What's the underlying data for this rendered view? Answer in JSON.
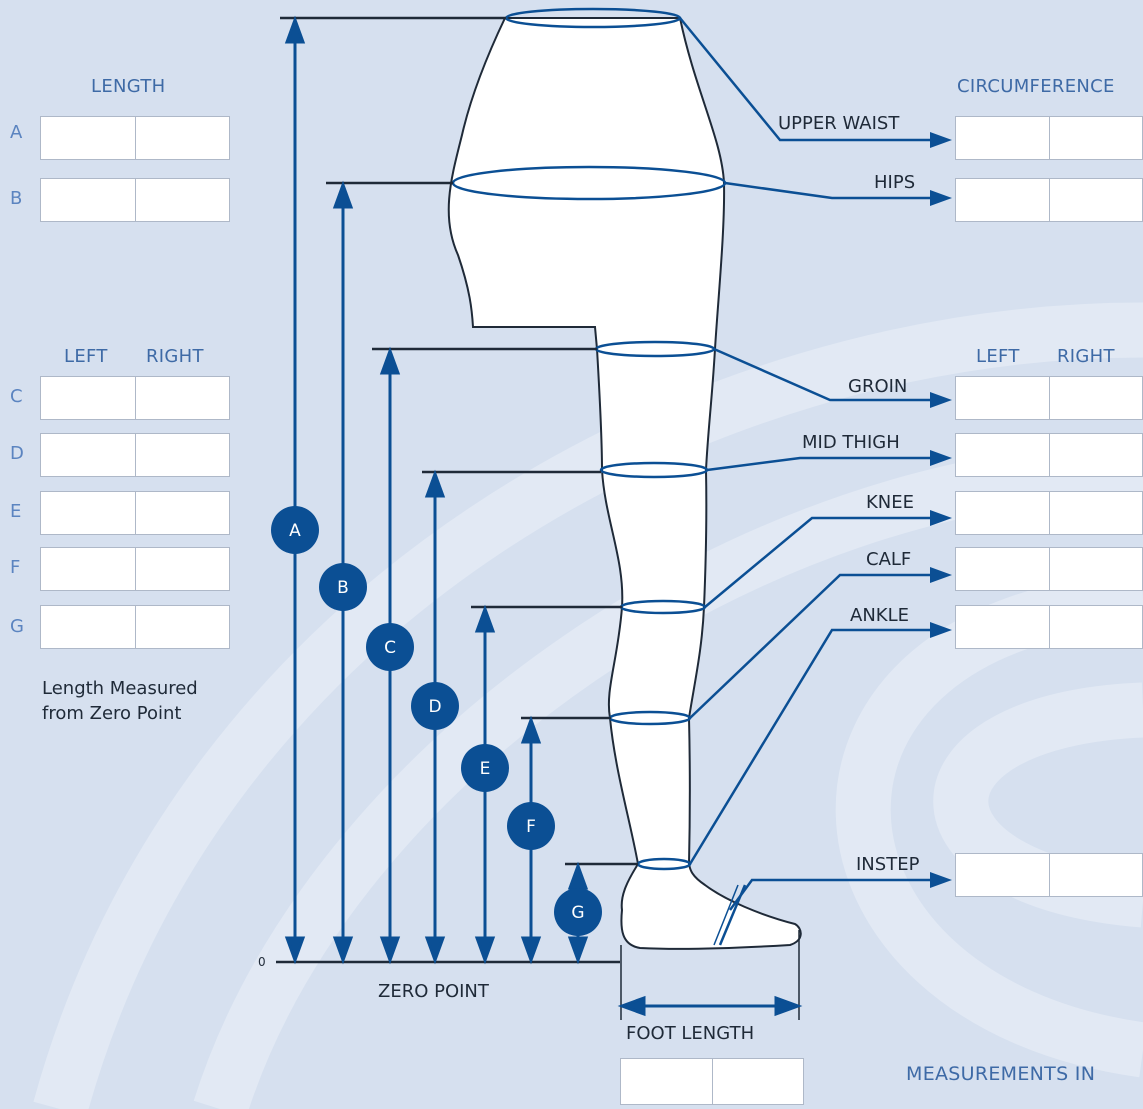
{
  "left_panel": {
    "length_header": "LENGTH",
    "rows_ab": [
      "A",
      "B"
    ],
    "left_header": "LEFT",
    "right_header": "RIGHT",
    "rows_cg": [
      "C",
      "D",
      "E",
      "F",
      "G"
    ],
    "note_line1": "Length Measured",
    "note_line2": "from Zero Point"
  },
  "right_panel": {
    "circumference_header": "CIRCUMFERENCE",
    "left_header": "LEFT",
    "right_header": "RIGHT",
    "labels": {
      "upper_waist": "UPPER WAIST",
      "hips": "HIPS",
      "groin": "GROIN",
      "mid_thigh": "MID THIGH",
      "knee": "KNEE",
      "calf": "CALF",
      "ankle": "ANKLE",
      "instep": "INSTEP"
    }
  },
  "diagram": {
    "zero_mark": "0",
    "zero_point": "ZERO POINT",
    "foot_length": "FOOT LENGTH",
    "badges": [
      "A",
      "B",
      "C",
      "D",
      "E",
      "F",
      "G"
    ]
  },
  "footer": {
    "measurements_in": "MEASUREMENTS IN"
  },
  "colors": {
    "background": "#d6e0ef",
    "accent_blue": "#0b4f94",
    "label_blue": "#3e6aa6"
  }
}
